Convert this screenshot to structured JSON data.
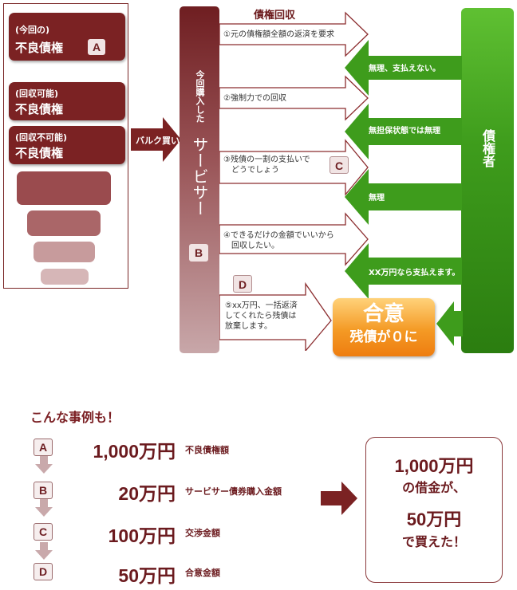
{
  "left_panel": {
    "box_a": {
      "sub": "(今回の)",
      "main": "不良債権",
      "badge": "A"
    },
    "box_recoverable": {
      "sub": "(回収可能)",
      "main": "不良債権"
    },
    "box_unrecoverable": {
      "sub": "(回収不可能)",
      "main": "不良債権"
    }
  },
  "bulk_buy_label": "バルク買い",
  "servicer": {
    "small_text": "今回購入した",
    "big_text": "サービサー",
    "badge": "B"
  },
  "creditor": {
    "label": "債権者"
  },
  "collection_title": "債権回収",
  "proposals": [
    {
      "text_lines": [
        "①元の債権額全額の返済を要求"
      ]
    },
    {
      "text_lines": [
        "②強制力での回収"
      ]
    },
    {
      "text_lines": [
        "③残債の一割の支払いで",
        "どうでしょう"
      ],
      "badge": "C"
    },
    {
      "text_lines": [
        "④できるだけの金額でいいから",
        "回収したい。"
      ]
    },
    {
      "text_lines": [
        "⑤xx万円、一括返済",
        "してくれたら残債は",
        "放棄します。"
      ],
      "badge": "D"
    }
  ],
  "responses": [
    "無理、支払えない。",
    "無担保状態では無理",
    "無理",
    "XX万円なら支払えます。"
  ],
  "agreement": {
    "title": "合意",
    "sub": "残債が０に"
  },
  "example": {
    "title": "こんな事例も！",
    "steps": [
      {
        "badge": "A",
        "amount": "1,000万円",
        "note": "不良債権額"
      },
      {
        "badge": "B",
        "amount": "20万円",
        "note": "サービサー債券購入金額"
      },
      {
        "badge": "C",
        "amount": "100万円",
        "note": "交渉金額"
      },
      {
        "badge": "D",
        "amount": "50万円",
        "note": "合意金額"
      }
    ],
    "result": {
      "line1": "1,000万円",
      "line2": "の借金が、",
      "line3": "50万円",
      "line4": "で買えた！"
    }
  },
  "colors": {
    "dark_red": "#7b2223",
    "green": "#3e9c1c",
    "orange": "#f49a25"
  }
}
